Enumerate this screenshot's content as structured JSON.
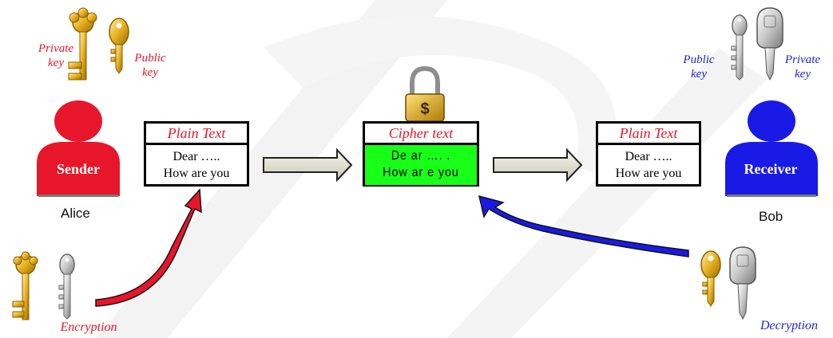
{
  "sender": {
    "label": "Sender",
    "name": "Alice",
    "color": "#e8162a",
    "private_key_label": "Private\nkey",
    "public_key_label": "Public\nkey"
  },
  "receiver": {
    "label": "Receiver",
    "name": "Bob",
    "color": "#1a1ae6",
    "public_key_label": "Public\nkey",
    "private_key_label": "Private\nkey"
  },
  "plain_text_left": {
    "title": "Plain Text",
    "line1": "Dear …..",
    "line2": "How are you"
  },
  "cipher_text": {
    "title": "Cipher text",
    "line1": "De ar  …. .",
    "line2": "How  ar  e  you",
    "bg_color": "#18ff18"
  },
  "plain_text_right": {
    "title": "Plain Text",
    "line1": "Dear …..",
    "line2": "How are you"
  },
  "encryption_label": "Encryption",
  "decryption_label": "Decryption",
  "lock_symbol": "$",
  "icons": [
    "gold-key-icon",
    "silver-key-icon",
    "padlock-icon",
    "person-icon",
    "arrow-icon"
  ]
}
